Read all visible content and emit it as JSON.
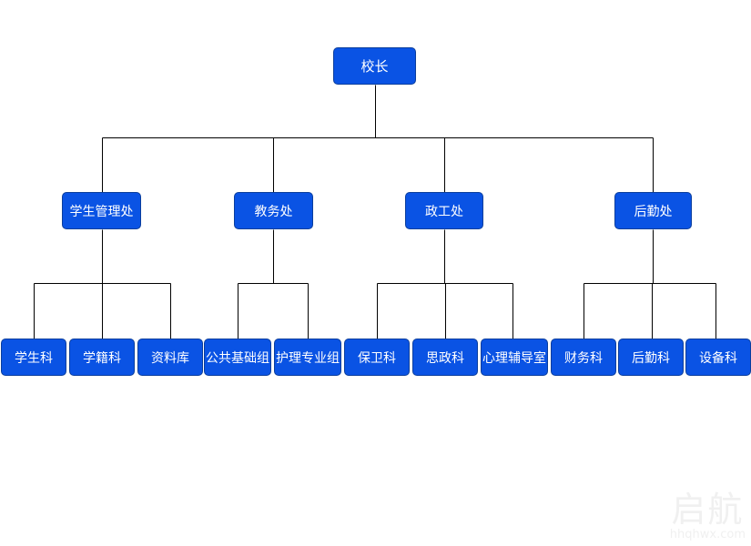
{
  "org_chart": {
    "root": "校长",
    "departments": [
      {
        "label": "学生管理处",
        "children": [
          "学生科",
          "学籍科",
          "资料库"
        ]
      },
      {
        "label": "教务处",
        "children": [
          "公共基础组",
          "护理专业组"
        ]
      },
      {
        "label": "政工处",
        "children": [
          "保卫科",
          "思政科",
          "心理辅导室"
        ]
      },
      {
        "label": "后勤处",
        "children": [
          "财务科",
          "后勤科",
          "设备科"
        ]
      }
    ]
  },
  "colors": {
    "node_fill": "#0a53e4",
    "node_border": "#0b3e9c",
    "node_text": "#ffffff",
    "connector": "#000000",
    "watermark": "#f0f0f0"
  },
  "watermark": {
    "main": "启航",
    "sub": "hhqhwx.com"
  }
}
